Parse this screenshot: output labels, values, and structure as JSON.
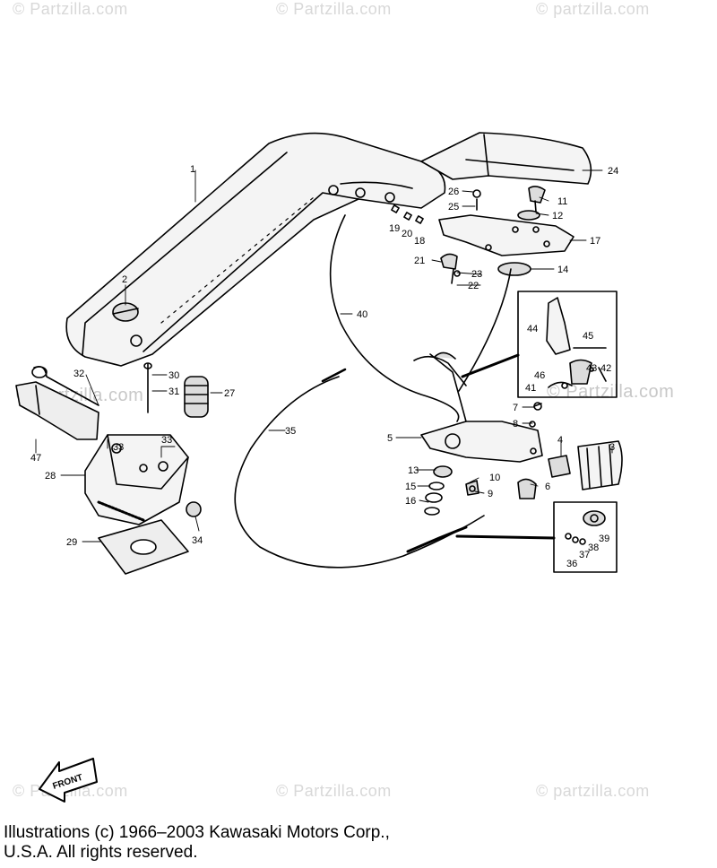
{
  "watermarks": {
    "top_left": "© Partzilla.com",
    "top_center": "© Partzilla.com",
    "top_right": "© partzilla.com",
    "mid_left": "© Partzilla.com",
    "mid_right": "© Partzilla.com",
    "bottom_left": "© Partzilla.com",
    "bottom_center": "© Partzilla.com",
    "bottom_right": "© partzilla.com"
  },
  "front_label": "FRONT",
  "callouts": [
    {
      "id": "c1",
      "label": "1"
    },
    {
      "id": "c2",
      "label": "2"
    },
    {
      "id": "c3",
      "label": "3"
    },
    {
      "id": "c4",
      "label": "4"
    },
    {
      "id": "c5",
      "label": "5"
    },
    {
      "id": "c6",
      "label": "6"
    },
    {
      "id": "c7",
      "label": "7"
    },
    {
      "id": "c8",
      "label": "8"
    },
    {
      "id": "c9",
      "label": "9"
    },
    {
      "id": "c10",
      "label": "10"
    },
    {
      "id": "c11",
      "label": "11"
    },
    {
      "id": "c12",
      "label": "12"
    },
    {
      "id": "c13",
      "label": "13"
    },
    {
      "id": "c14",
      "label": "14"
    },
    {
      "id": "c15",
      "label": "15"
    },
    {
      "id": "c16",
      "label": "16"
    },
    {
      "id": "c17",
      "label": "17"
    },
    {
      "id": "c18",
      "label": "18"
    },
    {
      "id": "c19",
      "label": "19"
    },
    {
      "id": "c20",
      "label": "20"
    },
    {
      "id": "c21",
      "label": "21"
    },
    {
      "id": "c22",
      "label": "22"
    },
    {
      "id": "c23",
      "label": "23"
    },
    {
      "id": "c24",
      "label": "24"
    },
    {
      "id": "c25",
      "label": "25"
    },
    {
      "id": "c26",
      "label": "26"
    },
    {
      "id": "c27",
      "label": "27"
    },
    {
      "id": "c28",
      "label": "28"
    },
    {
      "id": "c29",
      "label": "29"
    },
    {
      "id": "c30",
      "label": "30"
    },
    {
      "id": "c31",
      "label": "31"
    },
    {
      "id": "c32",
      "label": "32"
    },
    {
      "id": "c33a",
      "label": "33"
    },
    {
      "id": "c33b",
      "label": "33"
    },
    {
      "id": "c34",
      "label": "34"
    },
    {
      "id": "c35",
      "label": "35"
    },
    {
      "id": "c36",
      "label": "36"
    },
    {
      "id": "c37",
      "label": "37"
    },
    {
      "id": "c38",
      "label": "38"
    },
    {
      "id": "c39",
      "label": "39"
    },
    {
      "id": "c40",
      "label": "40"
    },
    {
      "id": "c41",
      "label": "41"
    },
    {
      "id": "c42",
      "label": "42"
    },
    {
      "id": "c43",
      "label": "43"
    },
    {
      "id": "c44",
      "label": "44"
    },
    {
      "id": "c45",
      "label": "45"
    },
    {
      "id": "c46",
      "label": "46"
    },
    {
      "id": "c47",
      "label": "47"
    }
  ],
  "copyright": {
    "line1": "Illustrations (c) 1966–2003 Kawasaki Motors Corp.,",
    "line2": "U.S.A.  All rights reserved."
  }
}
